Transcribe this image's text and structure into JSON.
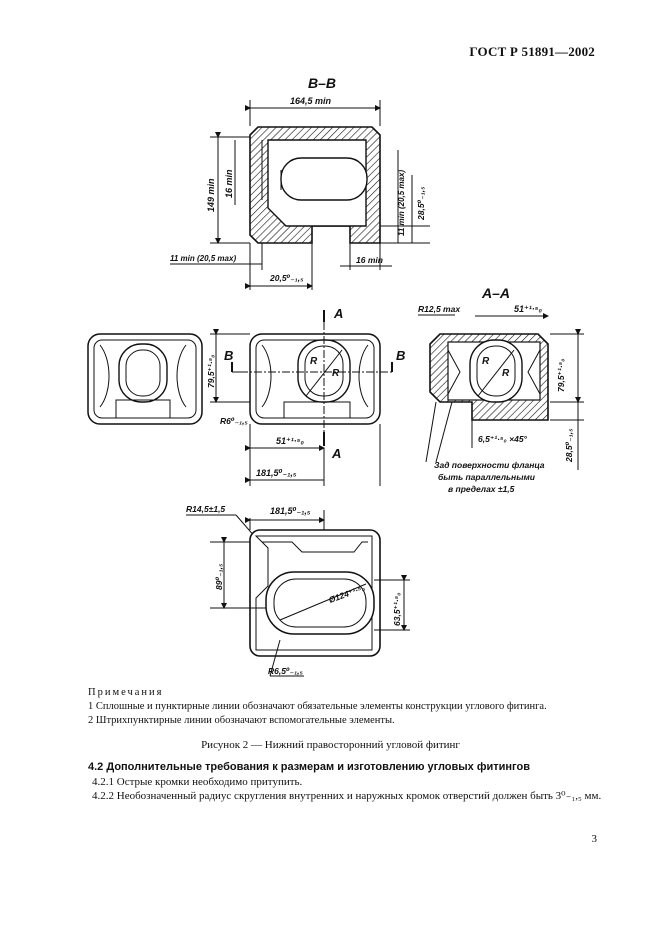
{
  "header": {
    "standard": "ГОСТ Р 51891—2002"
  },
  "drawing": {
    "views": {
      "section_bb": "В–В",
      "section_aa": "А–А",
      "cut_a": "А",
      "cut_b": "В"
    },
    "dimensions": {
      "bb_width": "164,5 min",
      "bb_height": "149 min",
      "bb_wall": "16 min",
      "bb_right_min": "11 min (20,5 max)",
      "bb_right_tol": "28,5⁰₋₁,₅",
      "bb_bottom_left": "11 min (20,5 max)",
      "bb_bottom_mid": "20,5⁰₋₁,₅",
      "bb_bottom_right": "16 min",
      "front_height": "79,5⁺¹·⁵₀",
      "front_radius_small": "R6⁰₋₁,₅",
      "front_offset": "51⁺¹·⁵₀",
      "front_width": "181,5⁰₋₁,₅",
      "r_label": "R",
      "aa_r": "R12,5 max",
      "aa_top": "51⁺¹·⁵₀",
      "aa_height": "79,5⁺¹·⁵₀",
      "aa_right": "28,5⁰₋₁,₅",
      "aa_chamfer": "6,5⁺¹·⁵₀ ×45°",
      "aa_note_1": "Зад поверхности фланца",
      "aa_note_2": "быть параллельными",
      "aa_note_3": "в пределах ±1,5",
      "top_r": "R14,5±1,5",
      "top_width": "181,5⁰₋₁,₅",
      "top_height": "89⁰₋₁,₅",
      "top_hole_h": "63,5⁺¹·⁵₀",
      "top_dia": "Ø124⁺¹·⁵₀",
      "top_r_bottom": "R6,5⁰₋₁,₅"
    }
  },
  "notes": {
    "title": "Примечания",
    "items": [
      "1  Сплошные и пунктирные линии обозначают обязательные элементы конструкции углового фитинга.",
      "2  Штрихпунктирные линии обозначают вспомогательные элементы."
    ]
  },
  "caption": "Рисунок 2 — Нижний правосторонний угловой фитинг",
  "section": {
    "heading": "4.2  Дополнительные требования к размерам и изготовлению угловых фитингов",
    "p1": "4.2.1  Острые кромки необходимо притупить.",
    "p2": "4.2.2  Необозначенный радиус скругления внутренних и наружных кромок отверстий должен быть 3⁰₋₁,₅ мм."
  },
  "page_number": "3"
}
